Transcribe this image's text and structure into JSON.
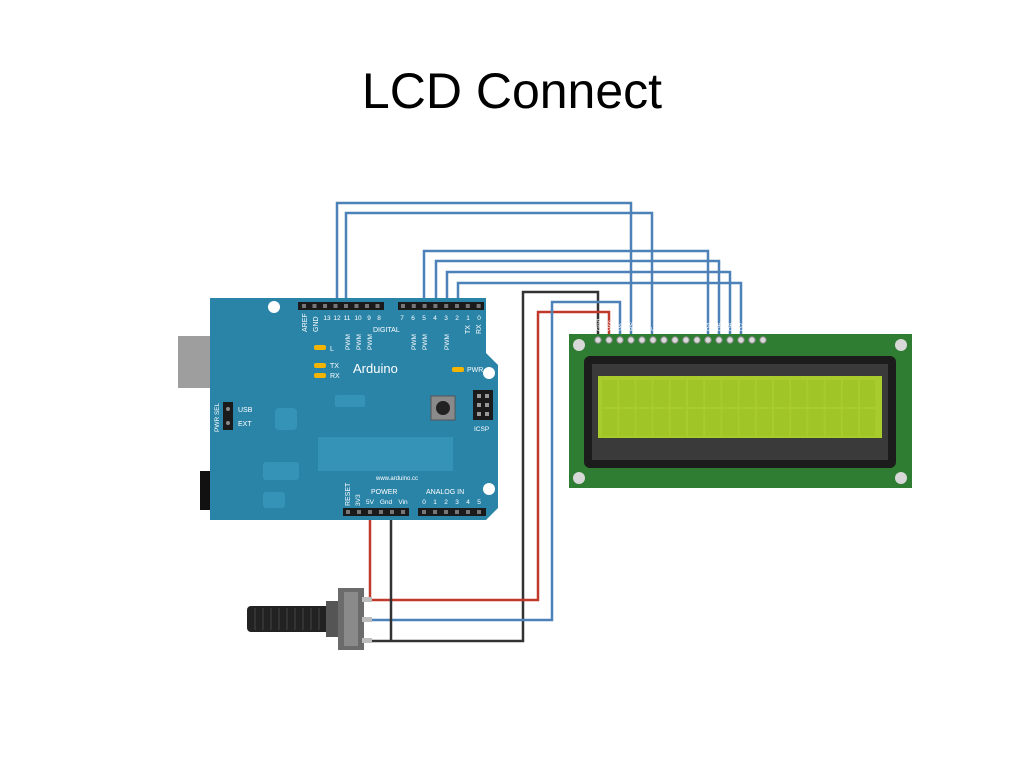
{
  "slide": {
    "title": "LCD Connect"
  },
  "arduino": {
    "name": "Arduino",
    "website": "www.arduino.cc",
    "board_color": "#2a84a8",
    "top_labels": [
      "AREF",
      "GND",
      "DIGITAL",
      "TX",
      "RX"
    ],
    "top_pin_numbers": [
      "13",
      "12",
      "11",
      "10",
      "9",
      "8",
      "7",
      "6",
      "5",
      "4",
      "3",
      "2",
      "1",
      "0"
    ],
    "pwm_labels": [
      "PWM",
      "PWM",
      "PWM",
      "PWM",
      "PWM",
      "PWM"
    ],
    "led_labels": [
      "L",
      "TX",
      "RX",
      "PWR"
    ],
    "pwr_sel": {
      "label": "PWR SEL",
      "usb": "USB",
      "ext": "EXT"
    },
    "icsp": "ICSP",
    "bottom_labels": {
      "reset": "RESET",
      "power": "POWER",
      "analog": "ANALOG IN"
    },
    "power_pins": [
      "3V3",
      "5V",
      "Gnd",
      "Vin"
    ],
    "analog_pins": [
      "0",
      "1",
      "2",
      "3",
      "4",
      "5"
    ]
  },
  "lcd": {
    "pcb_color": "#2e7d32",
    "screen_color": "#a8cc2c",
    "pin_labels": [
      "Gnd",
      "Vcc",
      "Vo",
      "RS",
      "R/W",
      "E",
      "D4",
      "D5",
      "D6",
      "D7"
    ]
  },
  "wires": {
    "signal_color": "#4d82b8",
    "power_color": "#c0392b",
    "ground_color": "#333333"
  },
  "potentiometer": {
    "knob_color": "#222222"
  }
}
